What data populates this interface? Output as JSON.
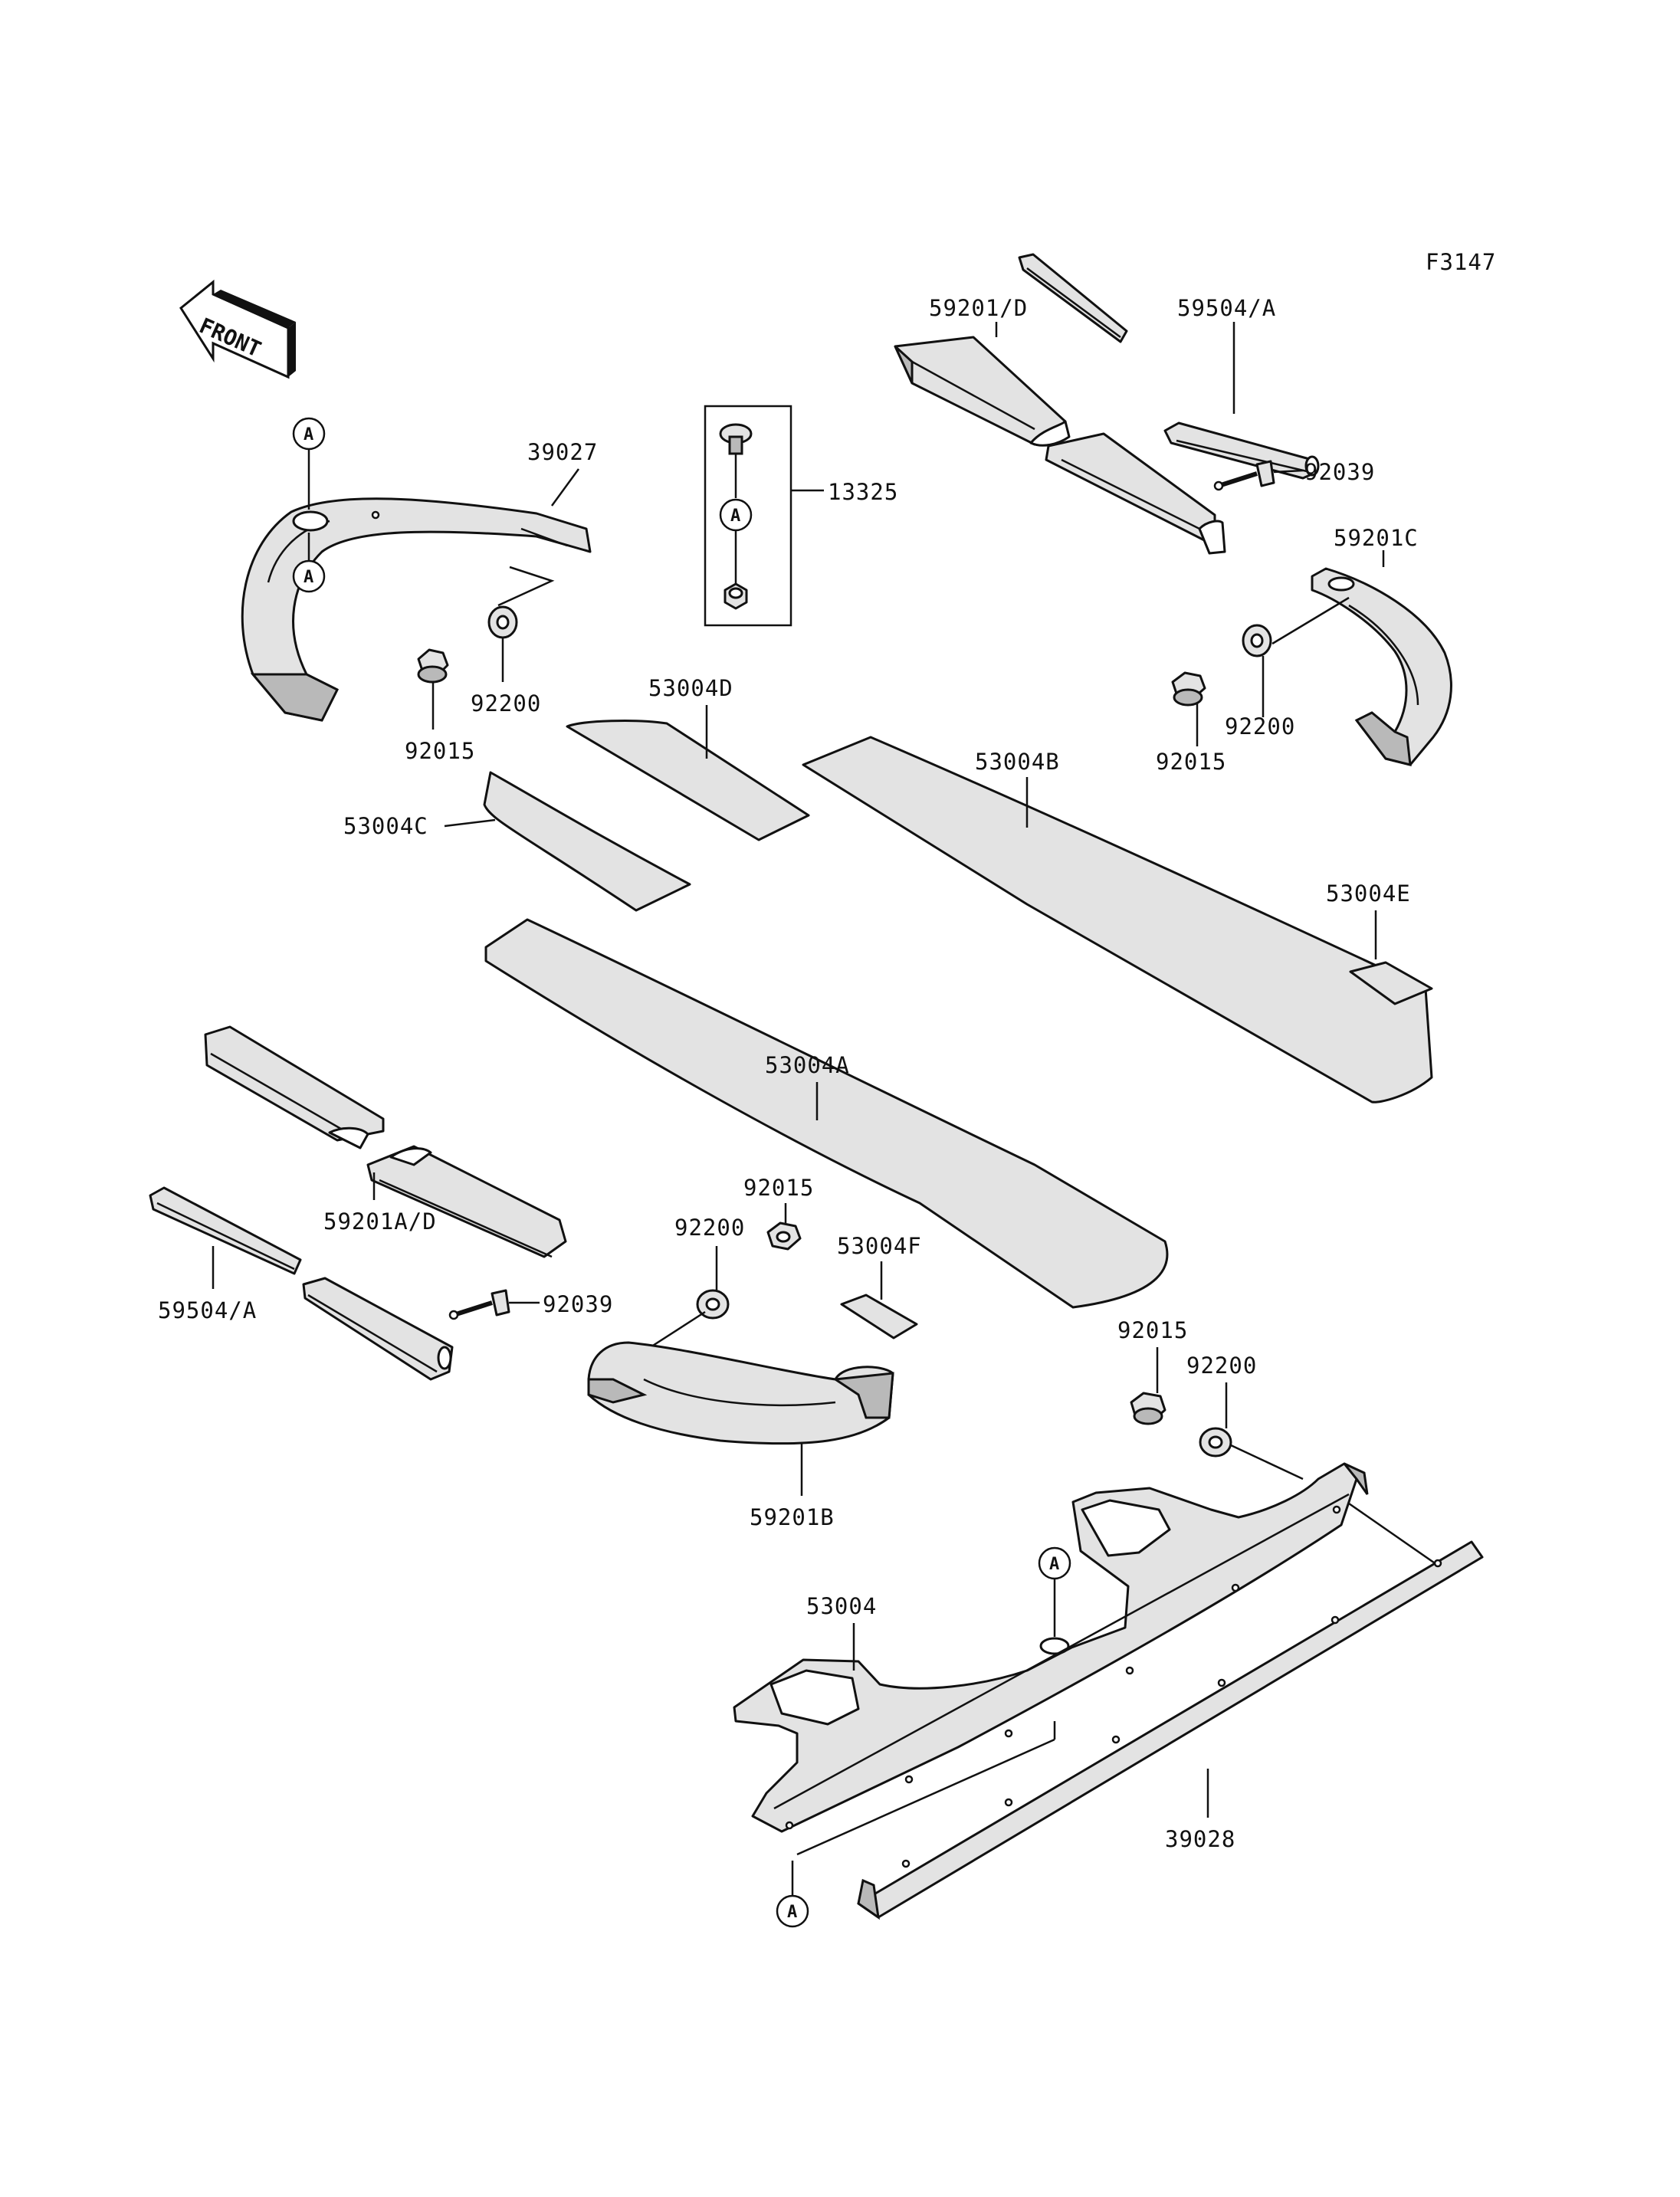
{
  "figure_id": "F3147",
  "front_label": "FRONT",
  "ref_marker": "A",
  "labels": {
    "p39027": "39027",
    "p13325": "13325",
    "p92200_a": "92200",
    "p92015_a": "92015",
    "p53004D": "53004D",
    "p53004C": "53004C",
    "p59201_D": "59201/D",
    "p59504_A_top": "59504/A",
    "p92039_top": "92039",
    "p59201C": "59201C",
    "p92200_b": "92200",
    "p92015_b": "92015",
    "p53004B": "53004B",
    "p53004E": "53004E",
    "p53004A": "53004A",
    "p92015_c": "92015",
    "p92200_c": "92200",
    "p53004F": "53004F",
    "p59201A_D": "59201A/D",
    "p59504_A_bot": "59504/A",
    "p92039_bot": "92039",
    "p59201B": "59201B",
    "p92015_d": "92015",
    "p92200_d": "92200",
    "p53004": "53004",
    "p39028": "39028"
  }
}
